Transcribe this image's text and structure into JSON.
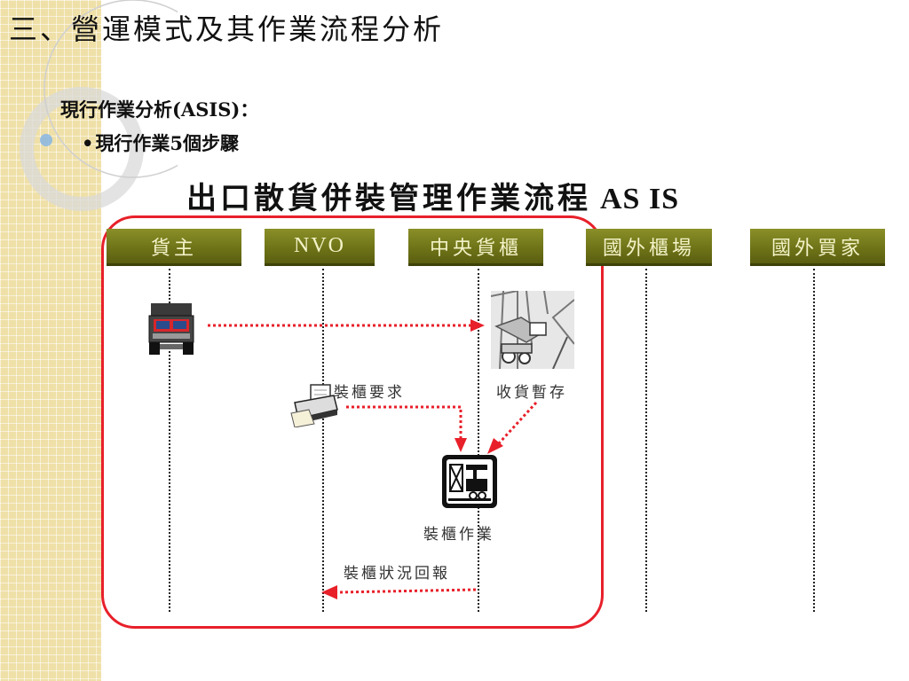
{
  "slide": {
    "title": "三、營運模式及其作業流程分析",
    "subtitle": "現行作業分析(ASIS)：",
    "bullet_marker": "•",
    "bullet": "現行作業5個步驟"
  },
  "diagram": {
    "title": "出口散貨併裝管理作業流程",
    "title_suffix": "AS IS",
    "lanes": [
      "貨主",
      "NVO",
      "中央貨櫃",
      "國外櫃場",
      "國外買家"
    ],
    "steps": {
      "receive": "收貨暫存",
      "request": "裝櫃要求",
      "loading": "裝櫃作業",
      "report": "裝櫃狀況回報"
    },
    "icons": {
      "truck": "truck-icon",
      "warehouse": "warehouse-icon",
      "printer": "printer-icon",
      "container": "container-loading-icon"
    },
    "colors": {
      "lane_header": "#6f7418",
      "lane_text": "#f3f3c8",
      "highlight": "#e8202a",
      "sidebar": "#efe0a8"
    }
  }
}
